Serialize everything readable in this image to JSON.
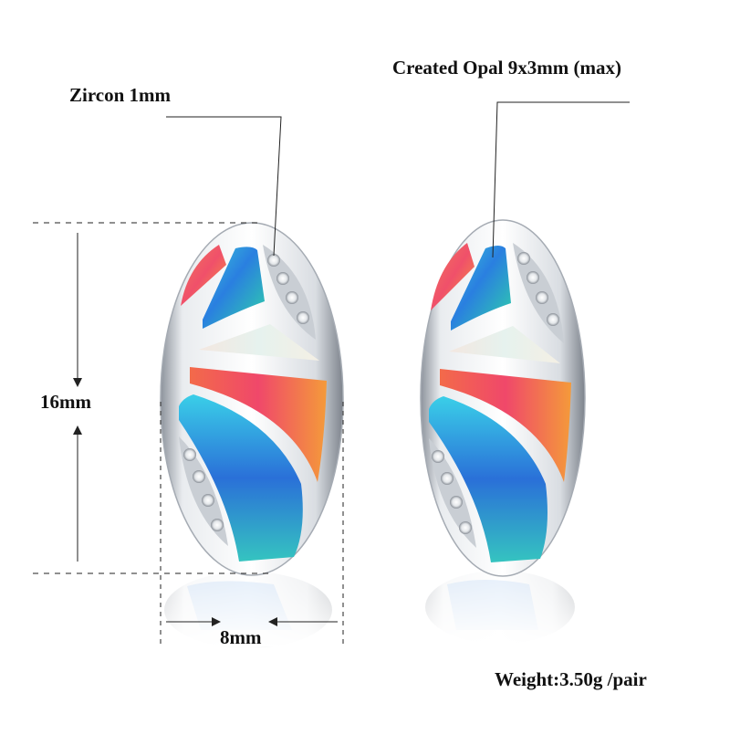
{
  "annotations": {
    "zircon": "Zircon 1mm",
    "opal": "Created Opal  9x3mm (max)",
    "height": "16mm",
    "width": "8mm",
    "weight": "Weight:3.50g /pair"
  },
  "colors": {
    "silver_light": "#f4f5f7",
    "silver_dark": "#9aa0a8",
    "opal_pink": "#f0506a",
    "opal_orange": "#f57a3c",
    "opal_blue": "#2a8fe0",
    "opal_teal": "#2fd3c8",
    "opal_white": "#e8ecef",
    "zircon": "#ffffff",
    "guide_line": "#222222"
  }
}
